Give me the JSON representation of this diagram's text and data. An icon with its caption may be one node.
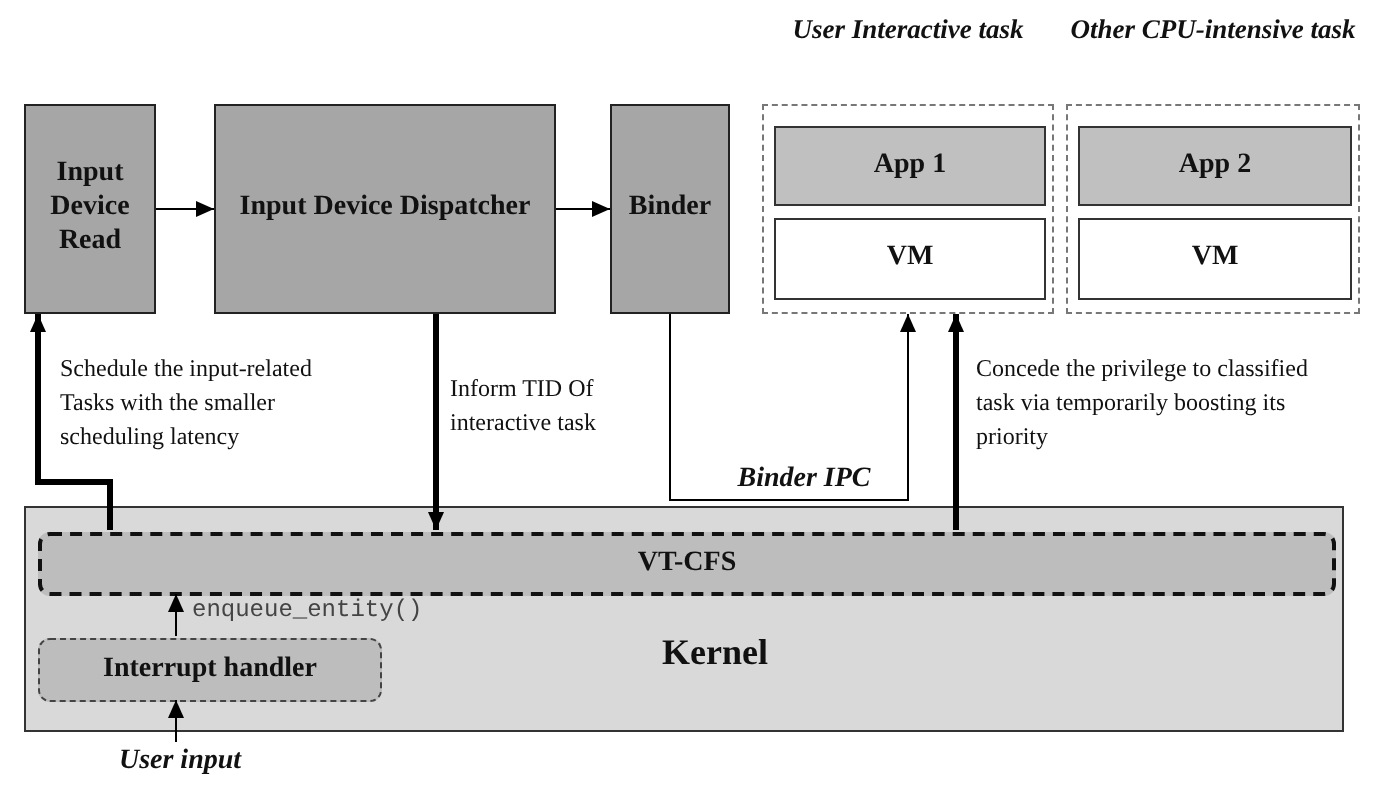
{
  "diagram": {
    "nodes": [
      {
        "text": [
          "Input Device Read"
        ]
      },
      {
        "text": [
          "Input Device Dispatcher"
        ]
      },
      {
        "text": [
          "Binder"
        ]
      },
      {
        "text": [
          "User Interactive task"
        ]
      },
      {
        "text": [
          "App 1"
        ],
        "in": 3
      },
      {
        "text": [
          "VM"
        ],
        "in": 3
      },
      {
        "text": [
          "Other CPU-intensive task"
        ]
      },
      {
        "text": [
          "App 2"
        ],
        "in": 6
      },
      {
        "text": [
          "VM"
        ],
        "in": 6
      },
      {
        "text": [
          "Kernel"
        ]
      },
      {
        "text": [
          "VT-CFS"
        ],
        "in": 9
      },
      {
        "text": [
          "Interrupt handler"
        ],
        "in": 9
      },
      {
        "text": [
          "User input"
        ]
      }
    ],
    "edges": [
      {
        "from": 0,
        "to": 1,
        "arrow": "to"
      },
      {
        "from": 1,
        "to": 2,
        "arrow": "to"
      },
      {
        "from": 1,
        "to": 10,
        "arrow": "to",
        "style": "thick",
        "label": "Inform TID Of interactive task"
      },
      {
        "from": 10,
        "to": 0,
        "arrow": "to",
        "style": "thick",
        "label": "Schedule the input-related Tasks with the smaller scheduling latency"
      },
      {
        "from": 2,
        "to": 3,
        "arrow": "to",
        "label": "Binder IPC"
      },
      {
        "from": 10,
        "to": 3,
        "arrow": "to",
        "style": "thick",
        "label": "Concede the privilege to classified task via temporarily boosting its priority"
      },
      {
        "from": 11,
        "to": 10,
        "arrow": "to",
        "label": "enqueue_entity()"
      },
      {
        "from": 12,
        "to": 11,
        "arrow": "to"
      }
    ]
  }
}
